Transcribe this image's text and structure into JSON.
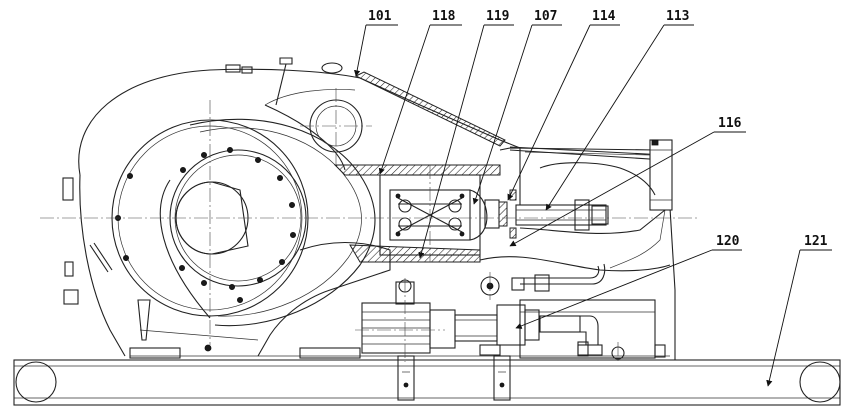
{
  "labels": {
    "l101": "101",
    "l118": "118",
    "l119": "119",
    "l107": "107",
    "l114": "114",
    "l113": "113",
    "l116": "116",
    "l120": "120",
    "l121": "121"
  }
}
